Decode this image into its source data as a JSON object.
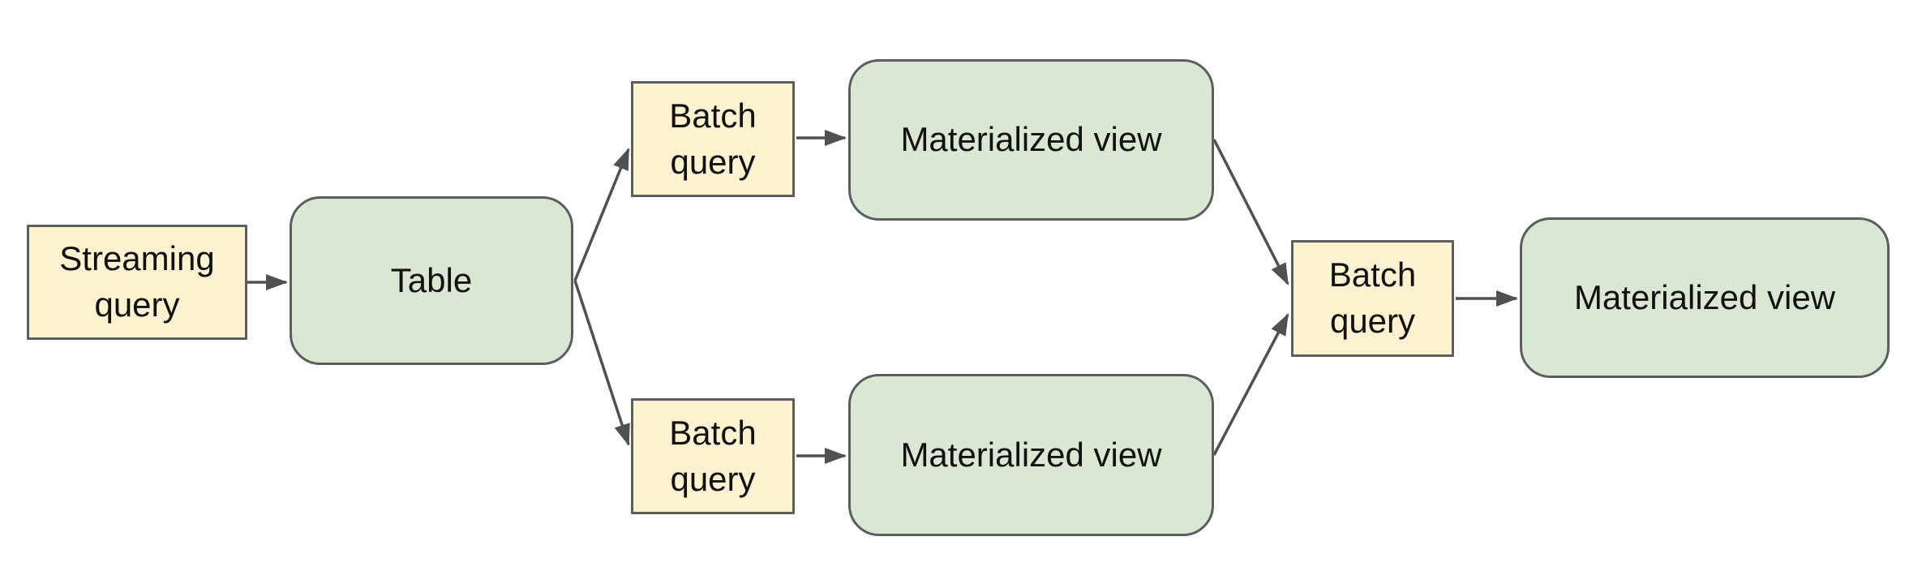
{
  "diagram": {
    "background_color": "#ffffff",
    "colors": {
      "query_box_fill": "#fdf2cf",
      "view_box_fill": "#dae8d3",
      "box_border": "#5b5e61",
      "arrow": "#4e5052",
      "text": "#111111"
    },
    "nodes": [
      {
        "id": "streaming-query",
        "label": "Streaming query",
        "shape": "rectangle",
        "fill": "#fdf2cf"
      },
      {
        "id": "table",
        "label": "Table",
        "shape": "rounded-rectangle",
        "fill": "#dae8d3"
      },
      {
        "id": "batch-query-top",
        "label": "Batch query",
        "shape": "rectangle",
        "fill": "#fdf2cf"
      },
      {
        "id": "materialized-view-top",
        "label": "Materialized view",
        "shape": "rounded-rectangle",
        "fill": "#dae8d3"
      },
      {
        "id": "batch-query-bottom",
        "label": "Batch query",
        "shape": "rectangle",
        "fill": "#fdf2cf"
      },
      {
        "id": "materialized-view-bottom",
        "label": "Materialized view",
        "shape": "rounded-rectangle",
        "fill": "#dae8d3"
      },
      {
        "id": "batch-query-final",
        "label": "Batch query",
        "shape": "rectangle",
        "fill": "#fdf2cf"
      },
      {
        "id": "materialized-view-final",
        "label": "Materialized view",
        "shape": "rounded-rectangle",
        "fill": "#dae8d3"
      }
    ],
    "edges": [
      {
        "from": "streaming-query",
        "to": "table"
      },
      {
        "from": "table",
        "to": "batch-query-top"
      },
      {
        "from": "table",
        "to": "batch-query-bottom"
      },
      {
        "from": "batch-query-top",
        "to": "materialized-view-top"
      },
      {
        "from": "batch-query-bottom",
        "to": "materialized-view-bottom"
      },
      {
        "from": "materialized-view-top",
        "to": "batch-query-final"
      },
      {
        "from": "materialized-view-bottom",
        "to": "batch-query-final"
      },
      {
        "from": "batch-query-final",
        "to": "materialized-view-final"
      }
    ]
  }
}
